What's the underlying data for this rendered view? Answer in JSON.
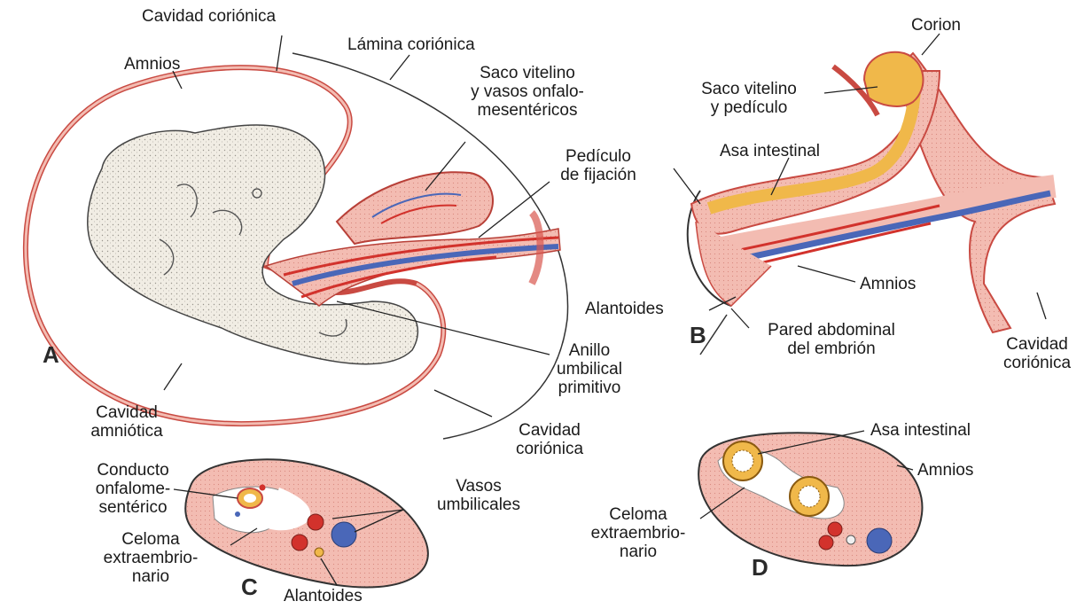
{
  "figures": {
    "a": {
      "letter": "A",
      "labels": {
        "cavidad_corionica_top": "Cavidad coriónica",
        "lamina_corionica": "Lámina coriónica",
        "amnios": "Amnios",
        "saco_vitelino_l1": "Saco vitelino",
        "saco_vitelino_l2": "y vasos onfalo-",
        "saco_vitelino_l3": "mesentéricos",
        "pediculo_l1": "Pedículo",
        "pediculo_l2": "de fijación",
        "anillo_l1": "Anillo",
        "anillo_l2": "umbilical",
        "anillo_l3": "primitivo",
        "cavidad_amniotica_l1": "Cavidad",
        "cavidad_amniotica_l2": "amniótica",
        "cavidad_corionica_bottom_l1": "Cavidad",
        "cavidad_corionica_bottom_l2": "coriónica"
      }
    },
    "b": {
      "letter": "B",
      "labels": {
        "corion": "Corion",
        "saco_l1": "Saco vitelino",
        "saco_l2": "y pedículo",
        "asa_intestinal": "Asa intestinal",
        "amnios": "Amnios",
        "alantoides": "Alantoides",
        "pared_l1": "Pared abdominal",
        "pared_l2": "del embrión",
        "cavidad_l1": "Cavidad",
        "cavidad_l2": "coriónica"
      }
    },
    "c": {
      "letter": "C",
      "labels": {
        "conducto_l1": "Conducto",
        "conducto_l2": "onfalome-",
        "conducto_l3": "sentérico",
        "vasos_l1": "Vasos",
        "vasos_l2": "umbilicales",
        "celoma_l1": "Celoma",
        "celoma_l2": "extraembrio-",
        "celoma_l3": "nario",
        "alantoides": "Alantoides"
      }
    },
    "d": {
      "letter": "D",
      "labels": {
        "asa_intestinal": "Asa intestinal",
        "amnios": "Amnios",
        "celoma_l1": "Celoma",
        "celoma_l2": "extraembrio-",
        "celoma_l3": "nario"
      }
    }
  },
  "colors": {
    "tissue": "#f2b8b0",
    "tissue_dark": "#d9574e",
    "vein_blue": "#4a67b8",
    "yolk": "#f0b84a",
    "embryo": "#eeeae2",
    "artery_red": "#d2322c",
    "line": "#222222"
  }
}
